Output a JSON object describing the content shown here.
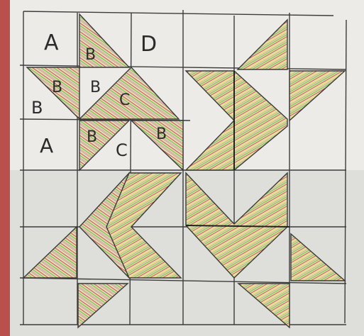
{
  "title": "",
  "labels": {
    "a1": "A",
    "b1": "B",
    "d1": "D",
    "b2": "B",
    "b3": "B",
    "b4": "B",
    "c1": "C",
    "a2": "A",
    "b5": "B",
    "b6": "B",
    "c2": "C"
  },
  "colors": {
    "paper": "#ecebe8",
    "shadow": "#d6d5d2",
    "pencil": "#3c3c3c",
    "red": "#c9403a",
    "green": "#7fbf4a",
    "yellow": "#e1dc6a",
    "pink": "#d98aa1",
    "brown": "#8b5a3c",
    "binder": "#b9504b"
  }
}
